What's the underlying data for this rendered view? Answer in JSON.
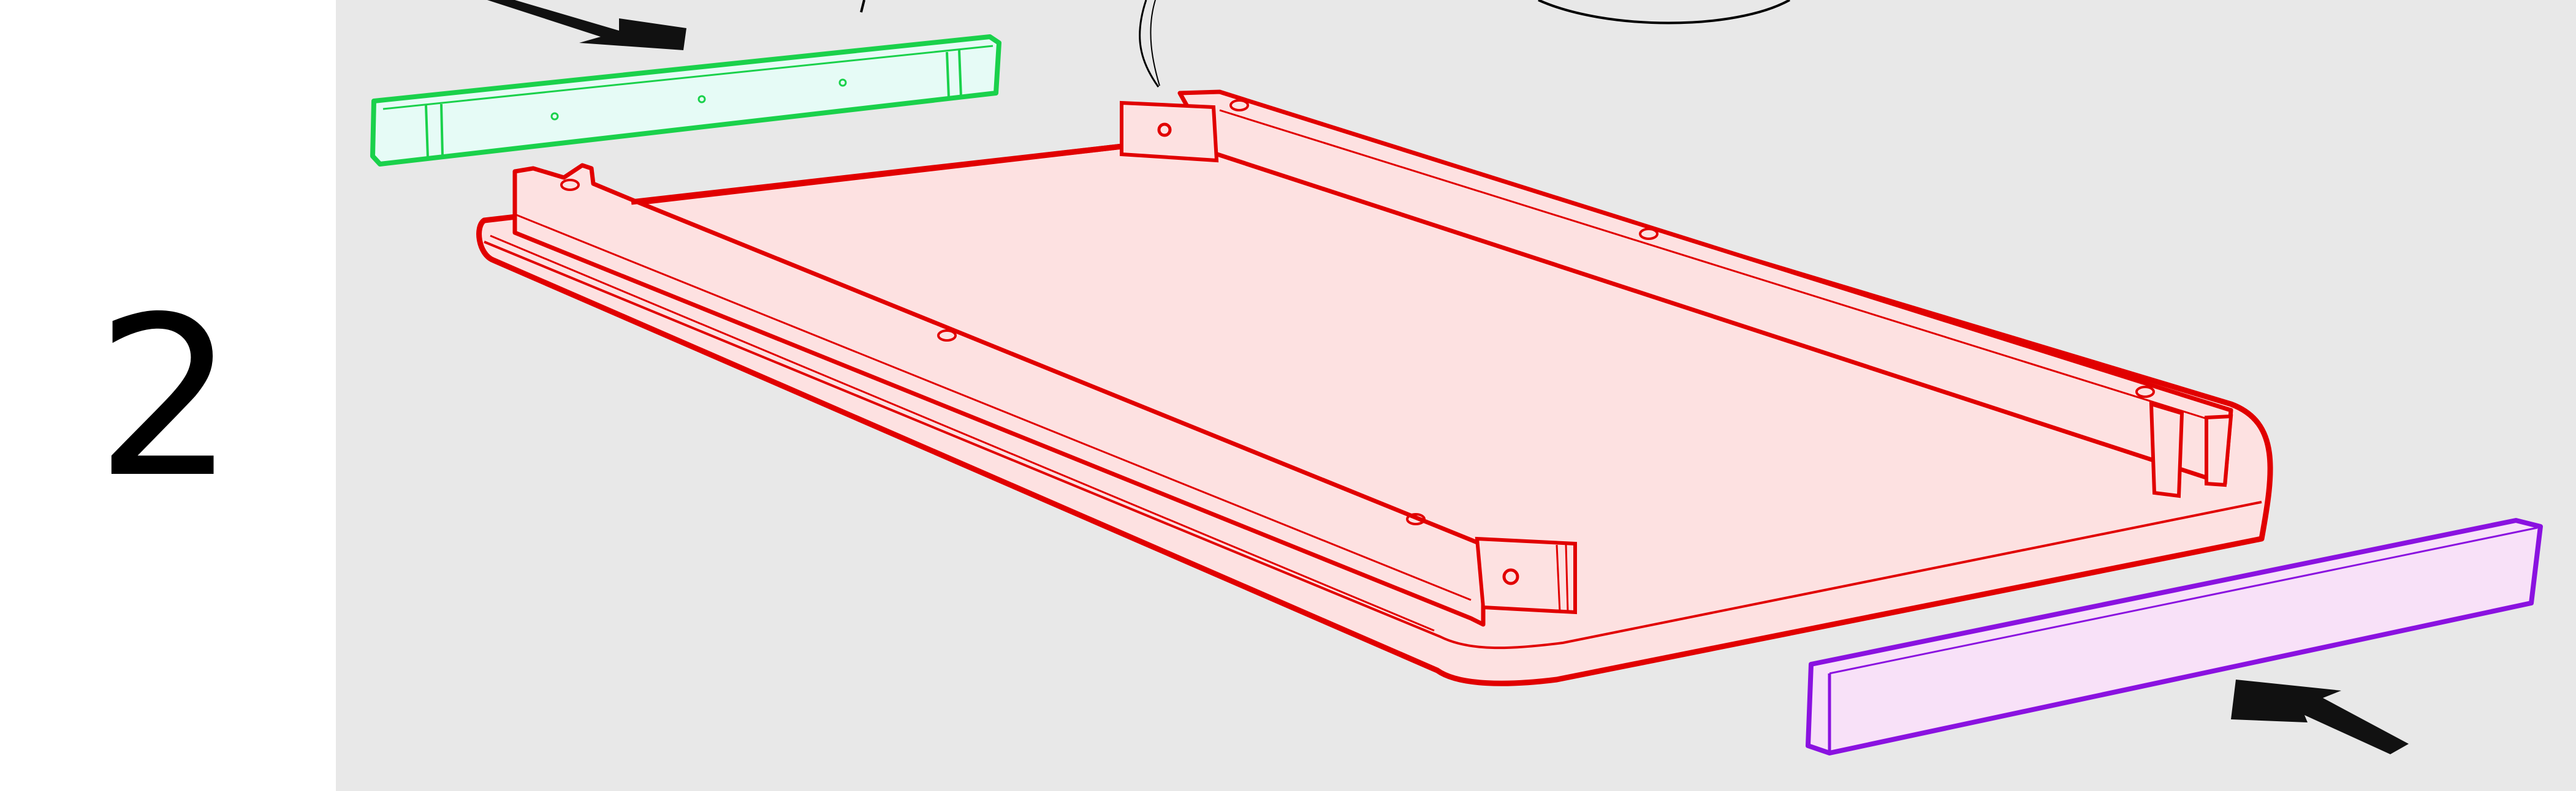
{
  "step": {
    "number": "2"
  },
  "colors": {
    "background": "#e8e8e8",
    "panel": "#ffffff",
    "frame_outline": "#e10000",
    "frame_fill": "#fde1e1",
    "rail_green_outline": "#1ad14b",
    "rail_green_fill": "#e6fbf6",
    "rail_purple_outline": "#8a12e0",
    "rail_purple_fill": "#f8e1f8",
    "arrow": "#111111",
    "line": "#000000"
  },
  "parts": {
    "frame": "drawer-frame",
    "left_rail": "green-rail",
    "right_rail": "purple-rail"
  },
  "icons": {
    "arrow_top": "arrow-right-icon",
    "arrow_bottom": "arrow-up-left-icon"
  }
}
